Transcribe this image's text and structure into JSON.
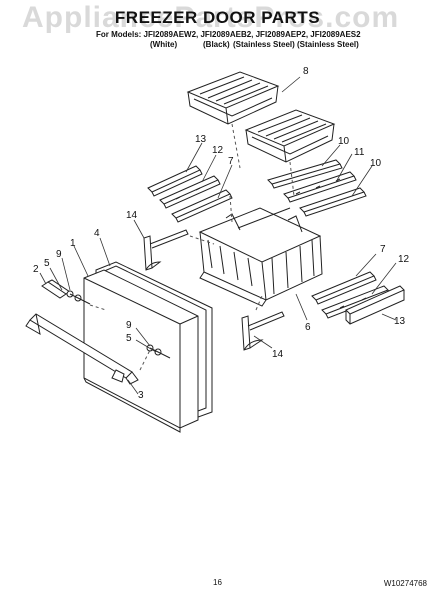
{
  "watermark": "AppliancePartsPros.com",
  "title": "FREEZER DOOR PARTS",
  "models": "For Models: JFI2089AEW2, JFI2089AEB2, JFI2089AEP2, JFI2089AES2",
  "colors": [
    "(White)",
    "(Black)",
    "(Stainless Steel)",
    "(Stainless Steel)"
  ],
  "callouts": {
    "c8": "8",
    "c13a": "13",
    "c12a": "12",
    "c7a": "7",
    "c10a": "10",
    "c11": "11",
    "c10b": "10",
    "c14a": "14",
    "c4": "4",
    "c1": "1",
    "c9a": "9",
    "c5a": "5",
    "c2": "2",
    "c7b": "7",
    "c12b": "12",
    "c13b": "13",
    "c6": "6",
    "c9b": "9",
    "c5b": "5",
    "c14b": "14",
    "c3": "3"
  },
  "footer": {
    "page": "16",
    "code": "W10274768"
  }
}
